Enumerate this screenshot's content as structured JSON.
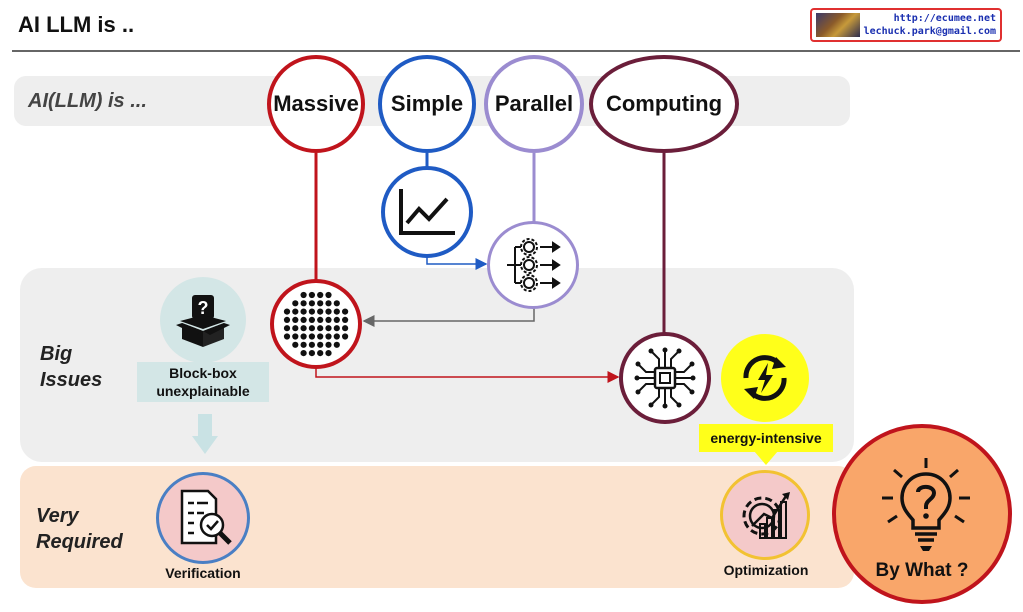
{
  "header": {
    "title": "AI LLM is ..",
    "credit_url": "http://ecumee.net",
    "credit_email": "lechuck.park@gmail.com"
  },
  "rows": {
    "is_label": "AI(LLM) is ...",
    "issues_label_1": "Big",
    "issues_label_2": "Issues",
    "required_label_1": "Very",
    "required_label_2": "Required"
  },
  "properties": [
    {
      "label": "Massive",
      "color": "#c0141c"
    },
    {
      "label": "Simple",
      "color": "#1f5bc4"
    },
    {
      "label": "Parallel",
      "color": "#9b8cd0"
    },
    {
      "label": "Computing",
      "color": "#6b1e3a"
    }
  ],
  "issues": {
    "blackbox_line1": "Block-box",
    "blackbox_line2": "unexplainable",
    "energy": "energy-intensive"
  },
  "required": {
    "verification": "Verification",
    "optimization": "Optimization"
  },
  "question": {
    "label": "By What ?"
  },
  "icons": [
    "line-chart-icon",
    "parallel-gears-icon",
    "dot-matrix-icon",
    "blackbox-question-icon",
    "cpu-chip-icon",
    "energy-cycle-icon",
    "document-check-icon",
    "gear-growth-icon",
    "lightbulb-question-icon"
  ]
}
